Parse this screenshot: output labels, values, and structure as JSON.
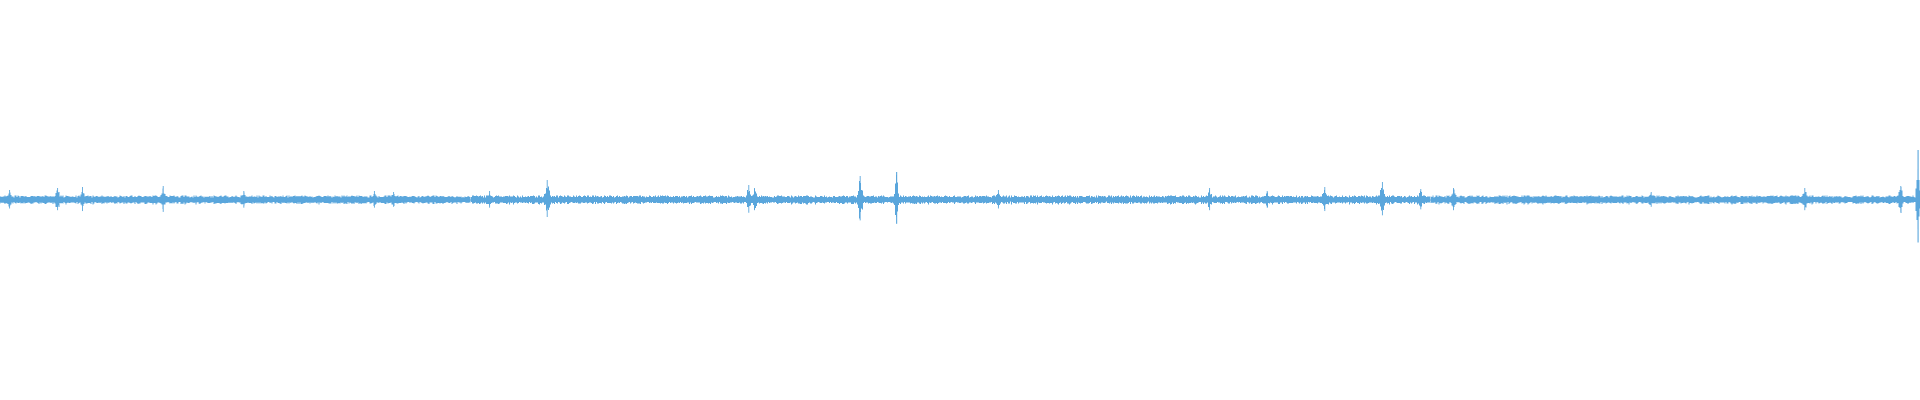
{
  "colors": {
    "background": "#ffffff",
    "waveform": "#5aa6dc"
  },
  "chart_data": {
    "type": "line",
    "title": "",
    "xlabel": "",
    "ylabel": "",
    "grid": false,
    "legend": "none",
    "x_range": [
      0,
      1
    ],
    "ylim": [
      -1,
      1
    ],
    "series": [
      {
        "values": {
          "baseline_amplitude": 0.018,
          "bursts": [
            {
              "x": 0.005,
              "amplitude": 0.05
            },
            {
              "x": 0.03,
              "amplitude": 0.06
            },
            {
              "x": 0.043,
              "amplitude": 0.065
            },
            {
              "x": 0.085,
              "amplitude": 0.07
            },
            {
              "x": 0.127,
              "amplitude": 0.045
            },
            {
              "x": 0.195,
              "amplitude": 0.045
            },
            {
              "x": 0.205,
              "amplitude": 0.04
            },
            {
              "x": 0.255,
              "amplitude": 0.045
            },
            {
              "x": 0.285,
              "amplitude": 0.1
            },
            {
              "x": 0.39,
              "amplitude": 0.075
            },
            {
              "x": 0.393,
              "amplitude": 0.06
            },
            {
              "x": 0.448,
              "amplitude": 0.12
            },
            {
              "x": 0.467,
              "amplitude": 0.14
            },
            {
              "x": 0.52,
              "amplitude": 0.05
            },
            {
              "x": 0.63,
              "amplitude": 0.06
            },
            {
              "x": 0.66,
              "amplitude": 0.045
            },
            {
              "x": 0.69,
              "amplitude": 0.065
            },
            {
              "x": 0.72,
              "amplitude": 0.09
            },
            {
              "x": 0.74,
              "amplitude": 0.055
            },
            {
              "x": 0.757,
              "amplitude": 0.06
            },
            {
              "x": 0.86,
              "amplitude": 0.04
            },
            {
              "x": 0.94,
              "amplitude": 0.06
            },
            {
              "x": 0.99,
              "amplitude": 0.07
            },
            {
              "x": 0.999,
              "amplitude": 0.25
            }
          ]
        }
      }
    ]
  }
}
